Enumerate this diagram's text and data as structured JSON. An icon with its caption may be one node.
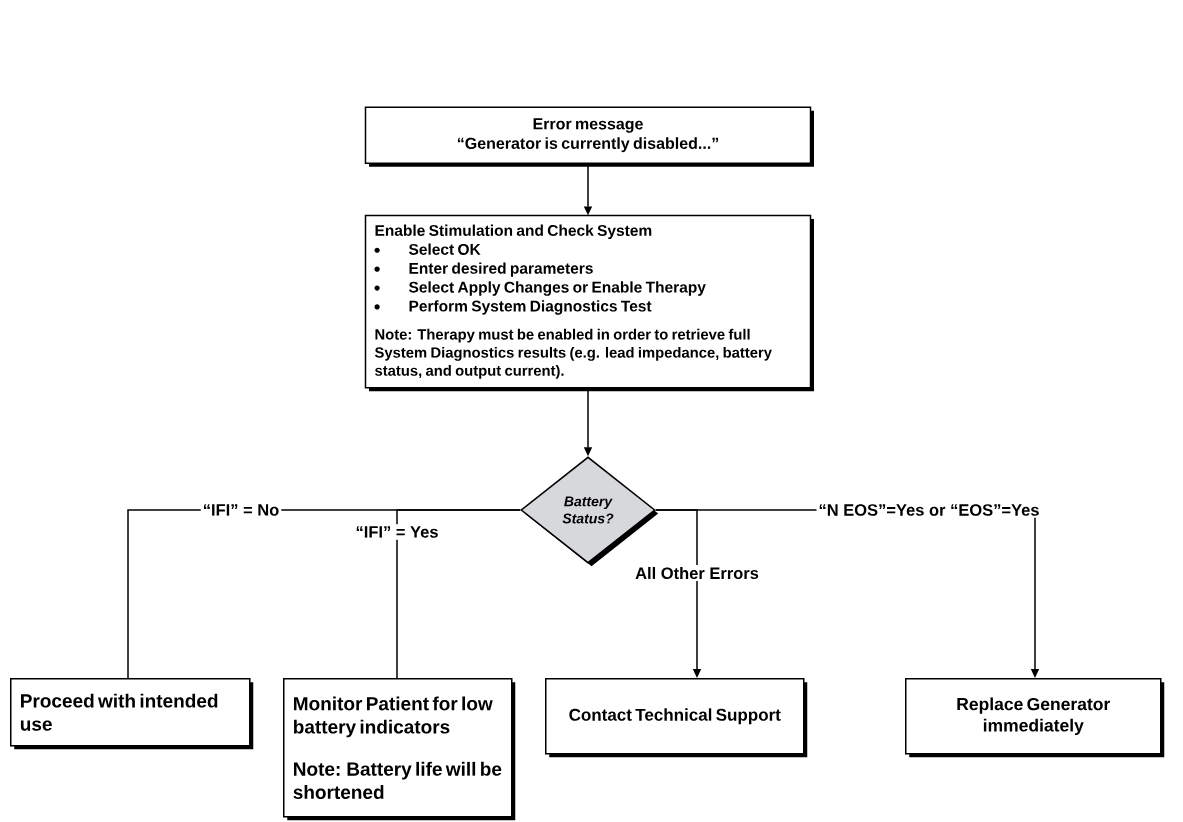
{
  "diagram": {
    "nodes": [
      {
        "text": [
          "Error message",
          "“Generator is currently disabled...”"
        ]
      },
      {
        "text": [
          "Enable Stimulation and Check System",
          "Select OK",
          "Enter desired parameters",
          "Select Apply Changes or Enable Therapy",
          "Perform System Diagnostics Test",
          "Note: Therapy must be enabled in order to retrieve full System Diagnostics results (e.g. lead impedance, battery status, and output current)."
        ]
      },
      {
        "text": [
          "Battery Status?"
        ]
      },
      {
        "text": [
          "Proceed with intended use"
        ]
      },
      {
        "text": [
          "Monitor Patient for low battery indicators",
          "Note: Battery life will be shortened"
        ]
      },
      {
        "text": [
          "Contact Technical Support"
        ]
      },
      {
        "text": [
          "Replace Generator immediately"
        ]
      }
    ],
    "edges": [
      {
        "from": 0,
        "to": 1,
        "arrow": "to"
      },
      {
        "from": 1,
        "to": 2,
        "arrow": "to"
      },
      {
        "from": 2,
        "to": 3,
        "arrow": "none",
        "label": "“IFI” = No"
      },
      {
        "from": 2,
        "to": 4,
        "arrow": "none",
        "label": "“IFI” = Yes"
      },
      {
        "from": 2,
        "to": 5,
        "arrow": "to",
        "label": "All Other Errors"
      },
      {
        "from": 2,
        "to": 6,
        "arrow": "to",
        "label": "“N EOS”=Yes or “EOS”=Yes"
      }
    ]
  }
}
